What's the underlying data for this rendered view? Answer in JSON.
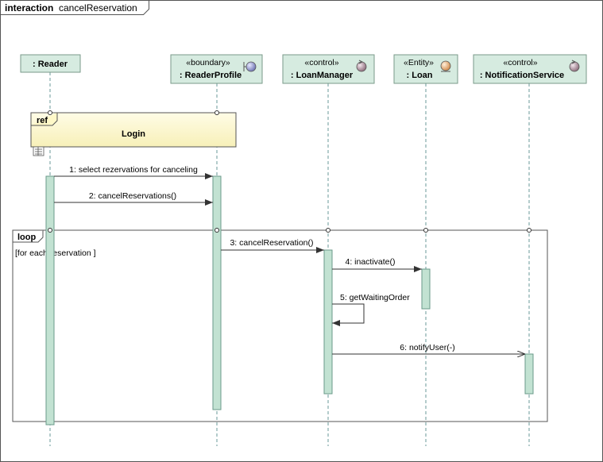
{
  "frame": {
    "keyword": "interaction",
    "name": "cancelReservation"
  },
  "lifelines": [
    {
      "id": "reader",
      "stereotype": "",
      "name": ": Reader",
      "icon": ""
    },
    {
      "id": "readerprofile",
      "stereotype": "«boundary»",
      "name": ": ReaderProfile",
      "icon": "boundary-icon"
    },
    {
      "id": "loanmanager",
      "stereotype": "«control»",
      "name": ": LoanManager",
      "icon": "control-icon"
    },
    {
      "id": "loan",
      "stereotype": "«Entity»",
      "name": ": Loan",
      "icon": "entity-icon"
    },
    {
      "id": "notificationservice",
      "stereotype": "«control»",
      "name": ": NotificationService",
      "icon": "control-icon"
    }
  ],
  "ref_fragment": {
    "operator": "ref",
    "name": "Login"
  },
  "loop_fragment": {
    "operator": "loop",
    "guard": "[for each reservation ]"
  },
  "messages": [
    {
      "label": "1: select rezervations for canceling"
    },
    {
      "label": "2: cancelReservations()"
    },
    {
      "label": "3: cancelReservation()"
    },
    {
      "label": "4: inactivate()"
    },
    {
      "label": "5: getWaitingOrder"
    },
    {
      "label": "6: notifyUser(-)"
    }
  ],
  "colors": {
    "header_fill": "#d6ebe0",
    "activation_fill": "#c2e2d2",
    "ref_fill": "#fdf8d0",
    "line": "#333333",
    "boundary_icon": "#8a8fc6",
    "control_icon": "#a88a9a",
    "entity_icon": "#e0a070"
  }
}
